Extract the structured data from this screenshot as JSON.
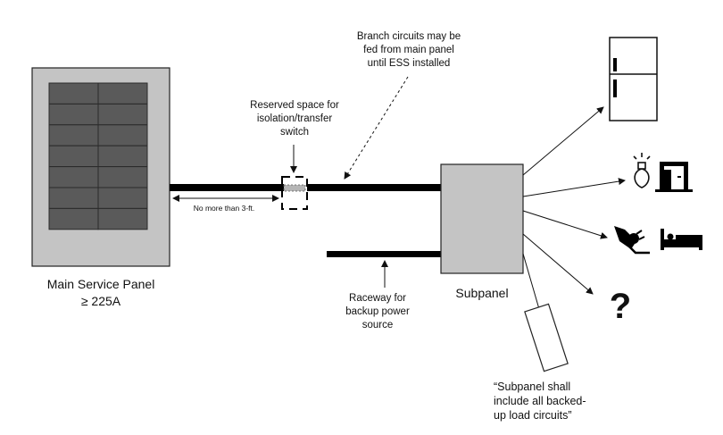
{
  "labels": {
    "main_panel_line1": "Main Service Panel",
    "main_panel_line2": "≥ 225A",
    "distance_note": "No more than 3-ft.",
    "reserved_line1": "Reserved space for",
    "reserved_line2": "isolation/transfer",
    "reserved_line3": "switch",
    "branch_line1": "Branch circuits may be",
    "branch_line2": "fed from main panel",
    "branch_line3": "until ESS installed",
    "raceway_line1": "Raceway for",
    "raceway_line2": "backup power",
    "raceway_line3": "source",
    "subpanel": "Subpanel",
    "quote_line1": "“Subpanel shall",
    "quote_line2": "include all backed-",
    "quote_line3": "up load circuits”",
    "unknown_load": "?"
  },
  "icons": [
    "refrigerator-icon",
    "light-bulb-icon",
    "door-icon",
    "plug-icon",
    "bed-icon",
    "question-mark-icon"
  ],
  "colors": {
    "panel_fill": "#c4c4c4",
    "breaker_fill": "#5a5a5a",
    "wire": "#000000",
    "switch_fill": "#b5b5b5"
  }
}
